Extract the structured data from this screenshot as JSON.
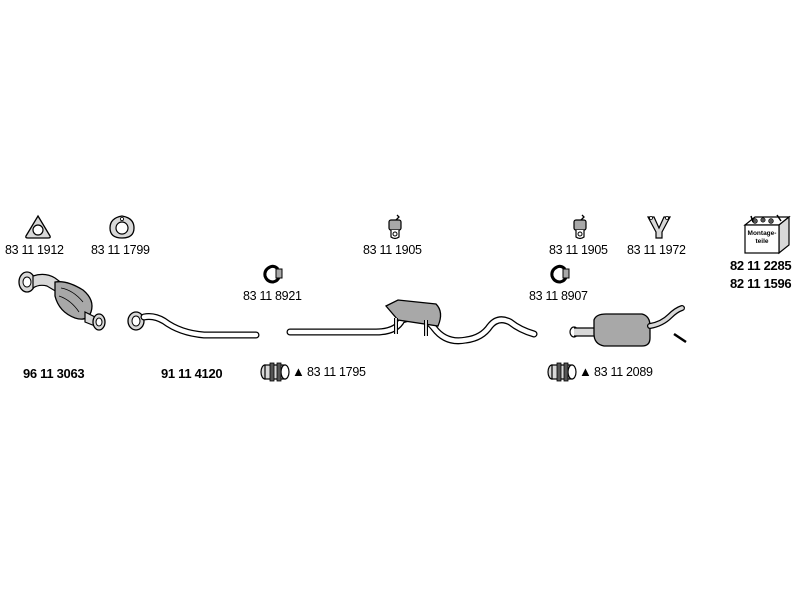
{
  "parts": {
    "gasket_left": "83 11 1912",
    "gasket_ring": "83 11 1799",
    "hanger_center": "83 11 1905",
    "hanger_right": "83 11 1905",
    "hanger_v": "83 11 1972",
    "clamp_left": "83 11 8921",
    "clamp_right": "83 11 8907",
    "catalyst": "96 11 3063",
    "front_pipe": "91 11 4120",
    "coupler_left": "83 11 1795",
    "coupler_right": "83 11 2089",
    "kit_1": "82 11 2285",
    "kit_2": "82 11 1596"
  },
  "kit_box_text": "Montage-teile",
  "warning_symbol": "▲",
  "colors": {
    "line": "#000000",
    "fill_light": "#d8d8d8",
    "fill_mid": "#a8a8a8",
    "fill_dark": "#555555"
  }
}
